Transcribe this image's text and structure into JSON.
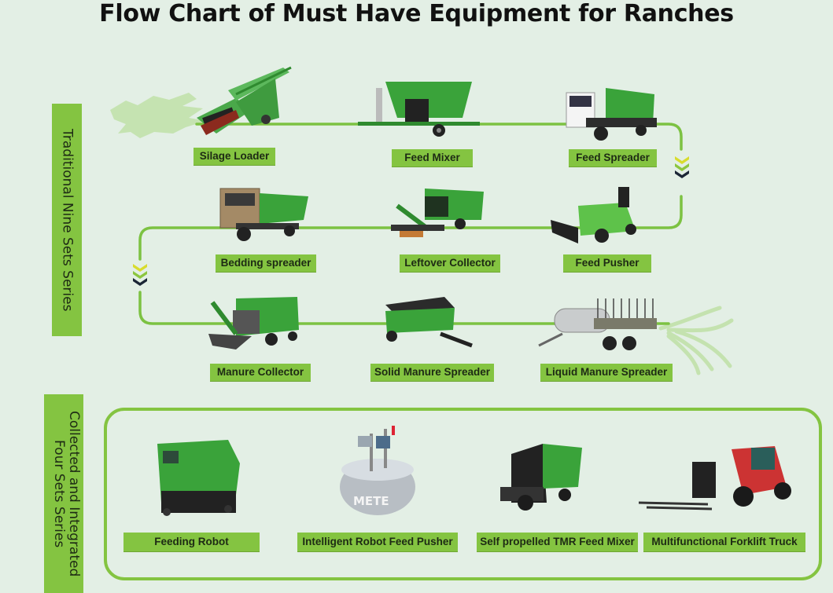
{
  "title": "Flow Chart of Must Have Equipment for Ranches",
  "colors": {
    "background": "#e3efe5",
    "accent_green": "#84c441",
    "line_green": "#7cc242",
    "machine_green": "#3aa33a",
    "chevron_yellow": "#d8dc2e",
    "chevron_green": "#8cc63f",
    "chevron_navy": "#1c2636"
  },
  "series": [
    {
      "label": "Traditional Nine Sets Series",
      "rows": [
        {
          "items": [
            {
              "label": "Silage Loader",
              "icon": "silage-loader-image"
            },
            {
              "label": "Feed Mixer",
              "icon": "feed-mixer-image"
            },
            {
              "label": "Feed Spreader",
              "icon": "feed-spreader-image"
            }
          ]
        },
        {
          "items": [
            {
              "label": "Bedding spreader",
              "icon": "bedding-spreader-image"
            },
            {
              "label": "Leftover Collector",
              "icon": "leftover-collector-image"
            },
            {
              "label": "Feed Pusher",
              "icon": "feed-pusher-image"
            }
          ]
        },
        {
          "items": [
            {
              "label": "Manure Collector",
              "icon": "manure-collector-image"
            },
            {
              "label": "Solid Manure Spreader",
              "icon": "solid-manure-spreader-image"
            },
            {
              "label": "Liquid Manure Spreader",
              "icon": "liquid-manure-spreader-image"
            }
          ]
        }
      ]
    },
    {
      "label": "Collected and Integrated Four Sets Series",
      "items": [
        {
          "label": "Feeding Robot",
          "icon": "feeding-robot-image"
        },
        {
          "label": "Intelligent Robot Feed Pusher",
          "icon": "robot-feed-pusher-image",
          "brand_text": "METE"
        },
        {
          "label": "Self propelled TMR Feed Mixer",
          "icon": "tmr-feed-mixer-image"
        },
        {
          "label": "Multifunctional Forklift Truck",
          "icon": "forklift-truck-image"
        }
      ]
    }
  ]
}
